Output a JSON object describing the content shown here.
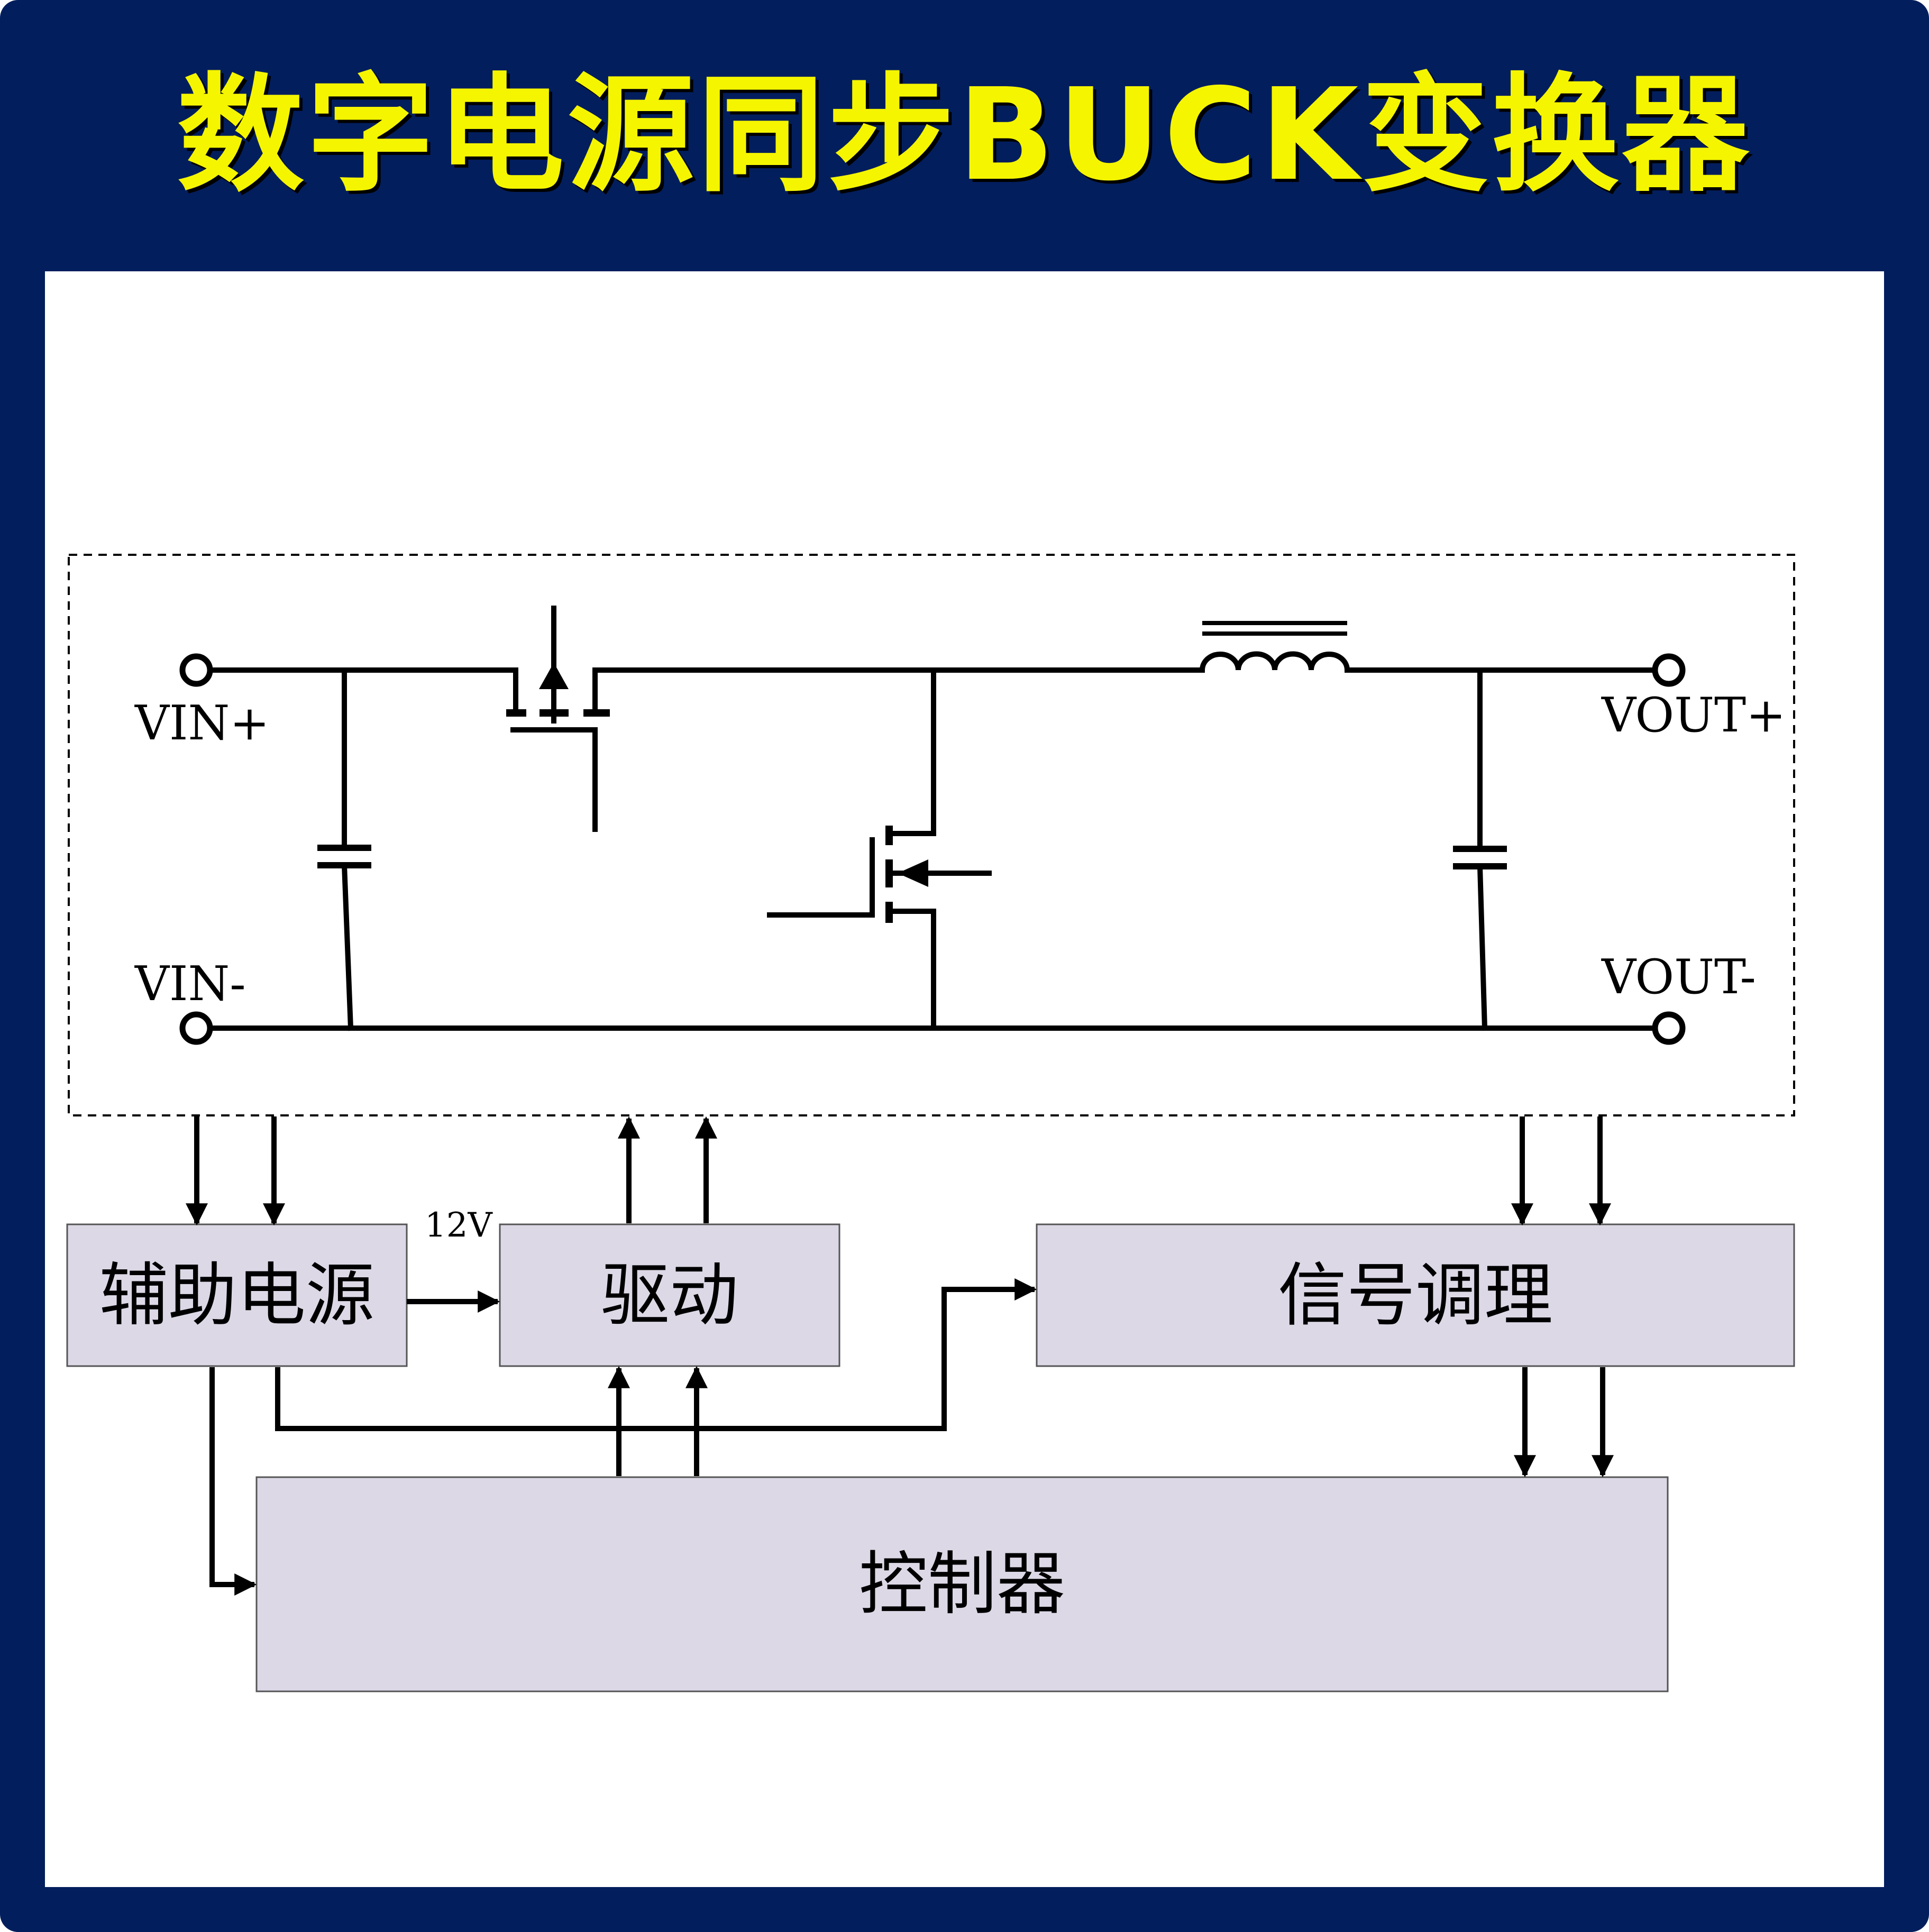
{
  "title": "数字电源同步BUCK变换器",
  "colors": {
    "frame": "#031e5d",
    "title": "#f5f500",
    "block_fill": "#dcd8e6",
    "block_stroke": "#555555",
    "wire": "#000000"
  },
  "terminals": {
    "vin_plus": "VIN+",
    "vin_minus": "VIN-",
    "vout_plus": "VOUT+",
    "vout_minus": "VOUT-"
  },
  "blocks": {
    "aux_power": "辅助电源",
    "driver": "驱动",
    "signal_conditioning": "信号调理",
    "controller": "控制器"
  },
  "labels": {
    "supply_12v": "12V"
  }
}
